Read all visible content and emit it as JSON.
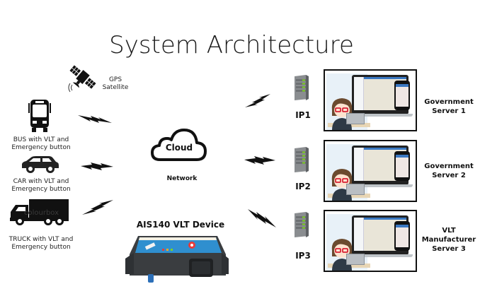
{
  "title": "System Architecture",
  "gps": {
    "label_line1": "GPS",
    "label_line2": "Satellite",
    "icon": "satellite-icon"
  },
  "vehicles": [
    {
      "icon": "bus-icon",
      "label_line1": "BUS with VLT and",
      "label_line2": "Emergency button"
    },
    {
      "icon": "car-icon",
      "label_line1": "CAR with VLT and",
      "label_line2": "Emergency button"
    },
    {
      "icon": "truck-icon",
      "label_line1": "TRUCK with VLT and",
      "label_line2": "Emergency button",
      "watermark": "colourbox"
    }
  ],
  "cloud": {
    "label": "Cloud",
    "caption": "Network",
    "icon": "cloud-icon"
  },
  "device": {
    "label": "AIS140 VLT Device",
    "icon": "tracking-device-icon"
  },
  "servers": [
    {
      "ip": "IP1",
      "name_lines": [
        "Government",
        "Server 1"
      ]
    },
    {
      "ip": "IP2",
      "name_lines": [
        "Government",
        "Server 2"
      ]
    },
    {
      "ip": "IP3",
      "name_lines": [
        "VLT",
        "Manufacturer",
        "Server 3"
      ]
    }
  ],
  "colors": {
    "server_led": "#7ed321",
    "device_blue": "#2f8fcf",
    "device_body": "#3a3d40",
    "map_route": "#6a7a9a"
  }
}
